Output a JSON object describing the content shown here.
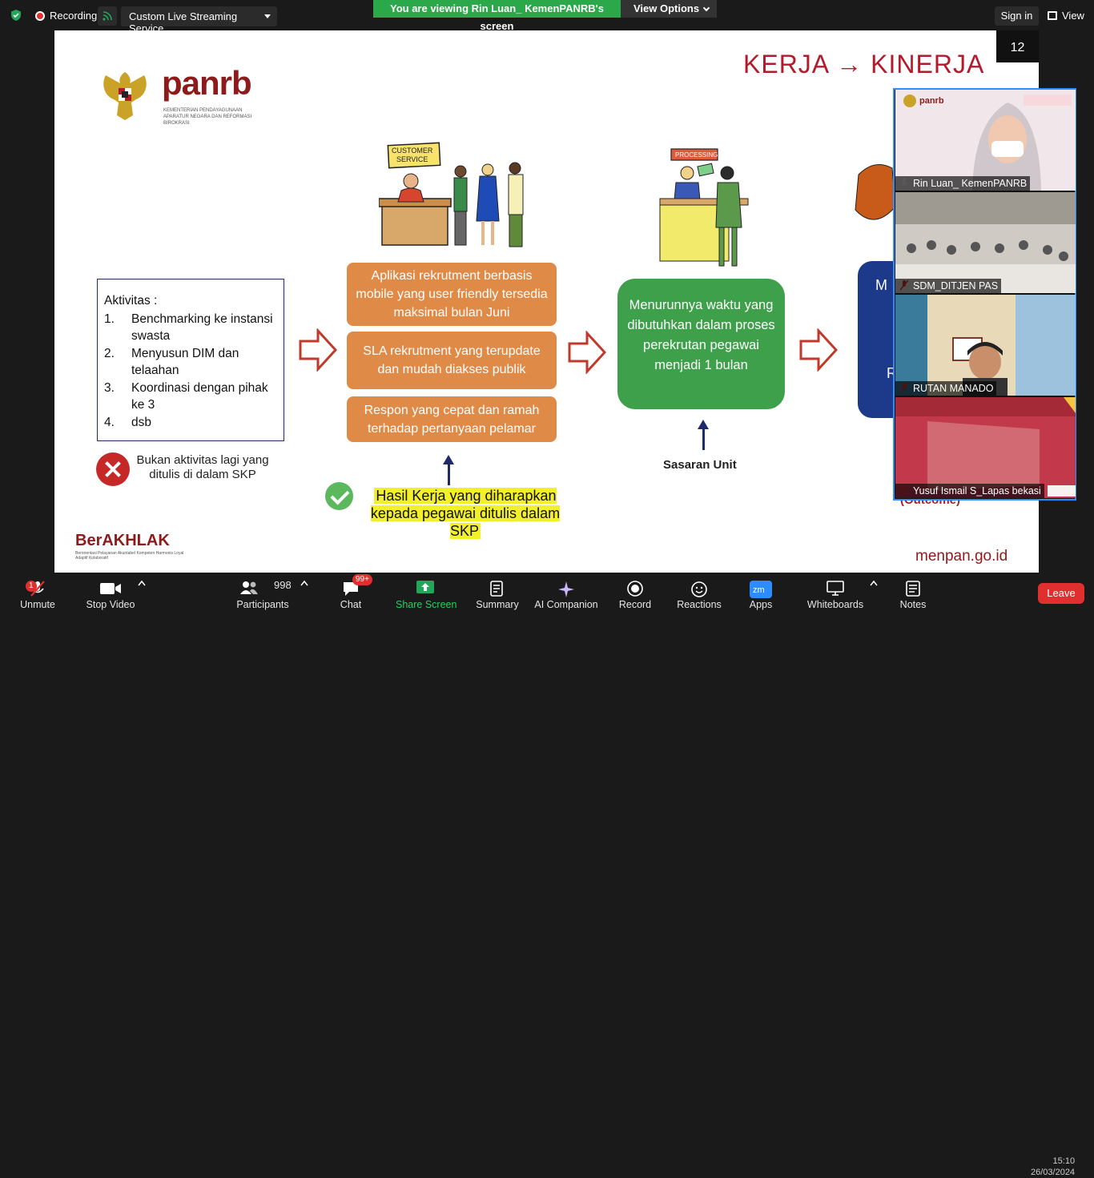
{
  "topbar": {
    "recording_label": "Recording",
    "live_service": "Custom Live Streaming Service",
    "viewing_banner": "You are viewing Rin Luan_ KemenPANRB's screen",
    "view_options": "View Options",
    "sign_in": "Sign in",
    "view": "View"
  },
  "slide": {
    "page_number": "12",
    "logo_text": "panrb",
    "logo_subtitle": "KEMENTERIAN PENDAYAGUNAAN APARATUR NEGARA DAN REFORMASI BIROKRASI",
    "title": "KERJA → KINERJA",
    "aktivitas_heading": "Aktivitas :",
    "aktivitas_items": [
      {
        "n": "1.",
        "text": "Benchmarking ke instansi swasta"
      },
      {
        "n": "2.",
        "text": "Menyusun DIM dan telaahan"
      },
      {
        "n": "3.",
        "text": "Koordinasi dengan pihak ke 3"
      },
      {
        "n": "4.",
        "text": "dsb"
      }
    ],
    "bukan_text": "Bukan aktivitas lagi yang ditulis di dalam SKP",
    "customer_service_sign": "CUSTOMER SERVICE",
    "processing_sign": "PROCESSING",
    "orange_boxes": [
      "Aplikasi rekrutment berbasis mobile yang user friendly tersedia maksimal bulan Juni",
      "SLA rekrutment yang terupdate dan mudah diakses publik",
      "Respon yang cepat dan ramah terhadap pertanyaan pelamar"
    ],
    "green_box": "Menurunnya waktu yang dibutuhkan dalam proses perekrutan pegawai menjadi 1 bulan",
    "blue_box_m": "M",
    "blue_box_r": "R",
    "sasaran": "Sasaran Unit",
    "hasil": "Hasil Kerja yang diharapkan kepada pegawai ditulis dalam SKP",
    "outcome": "(Outcome)",
    "berakhlak": "BerAKHLAK",
    "berakhlak_sub": "Berorientasi Pelayanan Akuntabel Kompeten Harmonis Loyal Adaptif Kolaboratif",
    "website": "menpan.go.id"
  },
  "participants": [
    {
      "name": "Rin Luan_ KemenPANRB",
      "muted": false
    },
    {
      "name": "SDM_DITJEN PAS",
      "muted": true
    },
    {
      "name": "RUTAN MANADO",
      "muted": true
    },
    {
      "name": "Yusuf Ismail S_Lapas bekasi",
      "muted": true
    }
  ],
  "toolbar": {
    "unmute": "Unmute",
    "stop_video": "Stop Video",
    "participants": "Participants",
    "participant_count": "998",
    "chat": "Chat",
    "chat_badge": "99+",
    "share_screen": "Share Screen",
    "summary": "Summary",
    "ai_companion": "AI Companion",
    "record": "Record",
    "reactions": "Reactions",
    "apps": "Apps",
    "whiteboards": "Whiteboards",
    "notes": "Notes",
    "leave": "Leave",
    "time": "15:10",
    "date": "26/03/2024",
    "unmute_badge": "1"
  }
}
